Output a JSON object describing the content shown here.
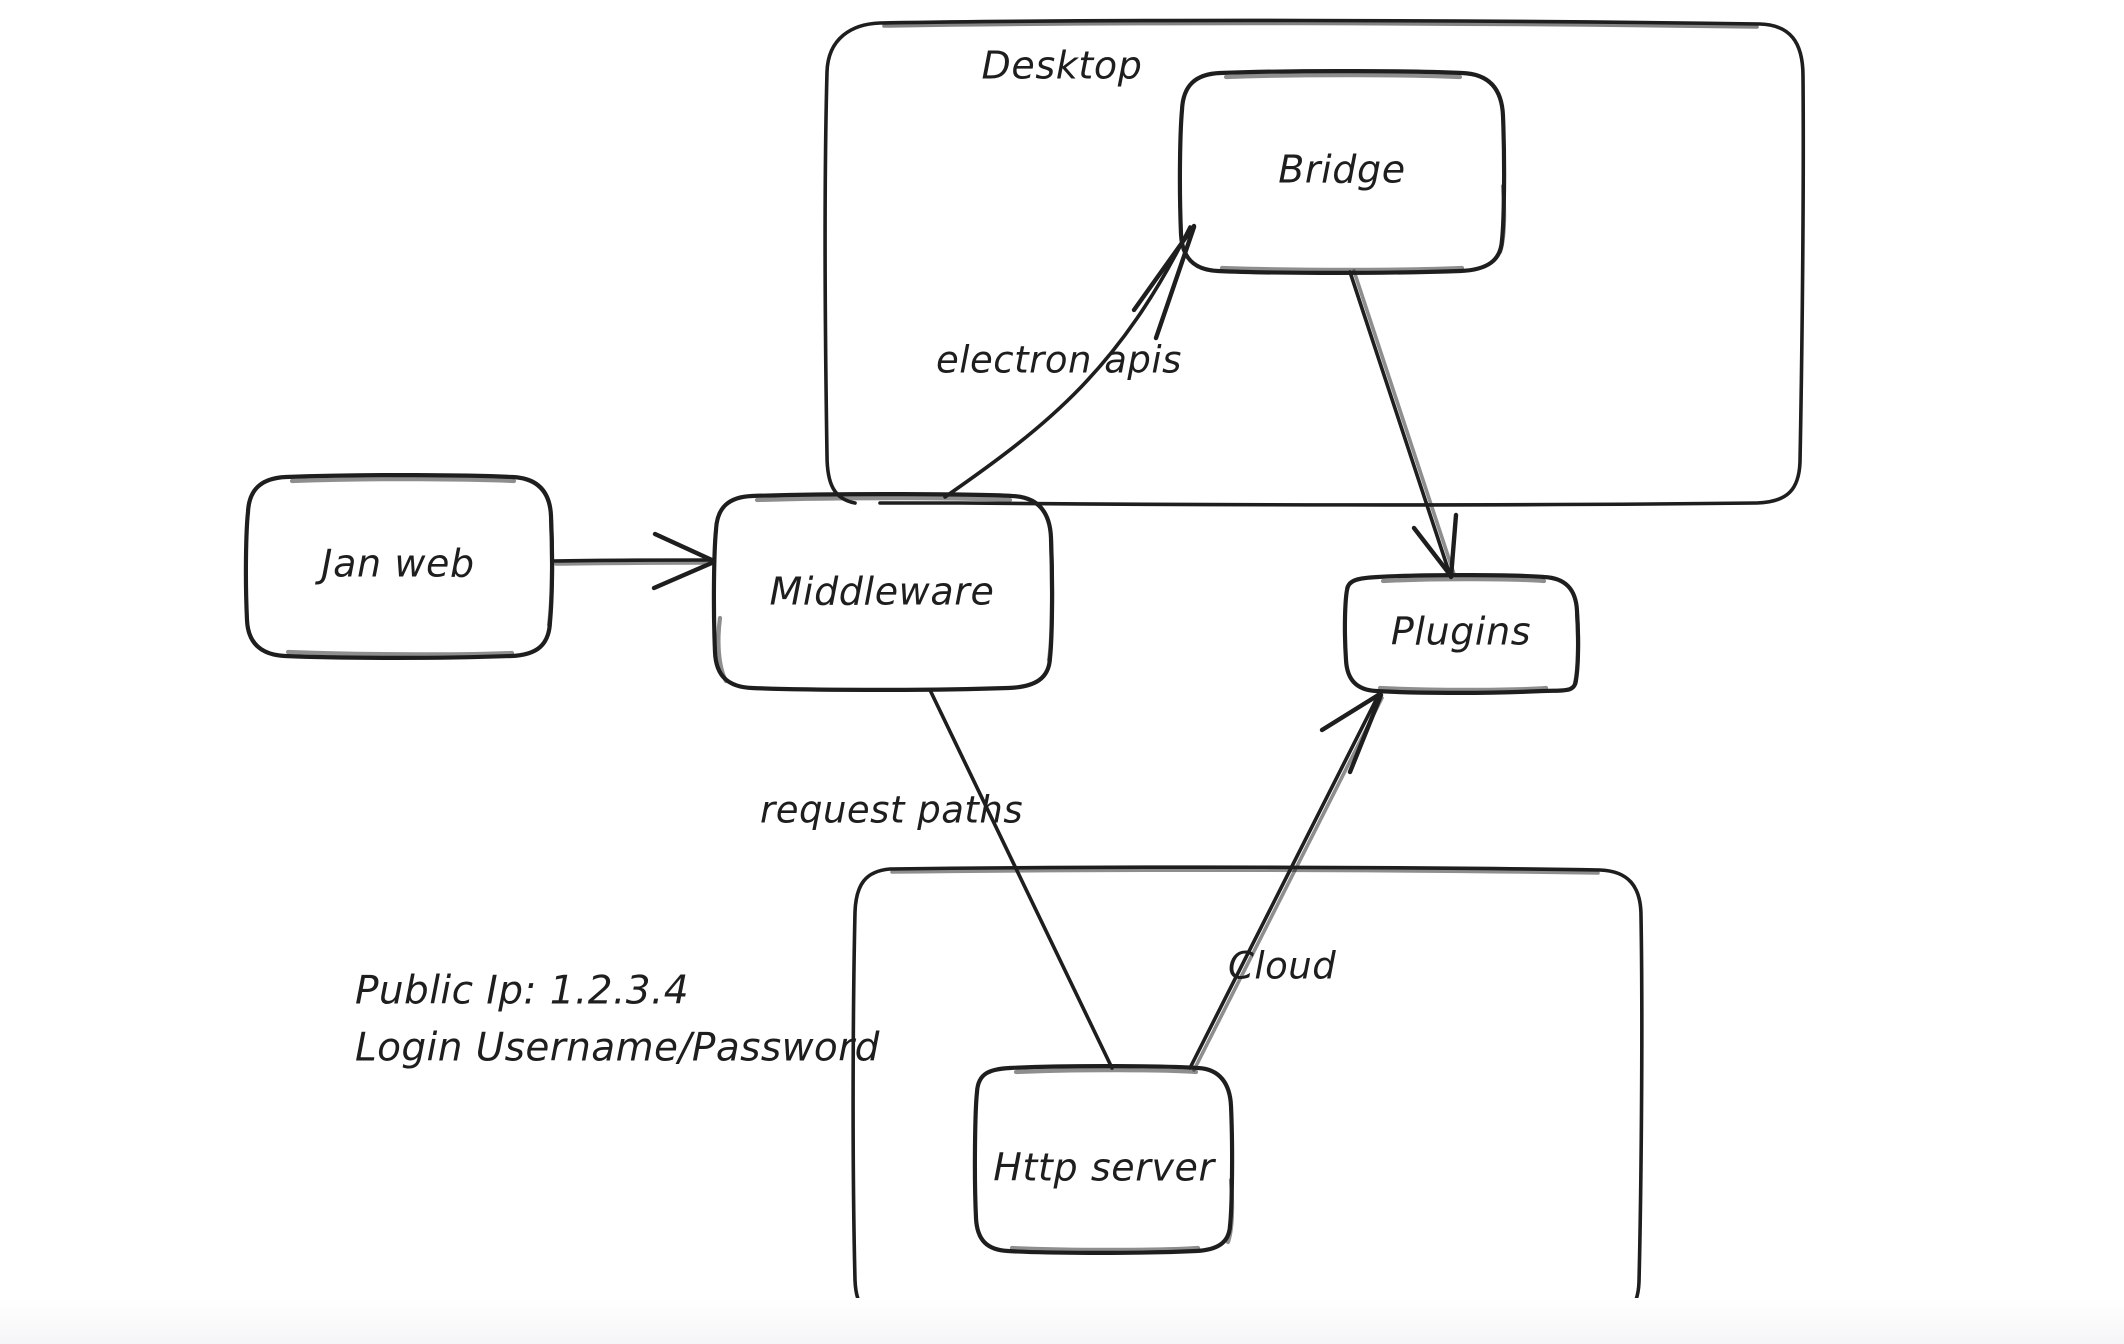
{
  "diagram": {
    "title": "Jan architecture sketch",
    "style": "hand-drawn whiteboard",
    "background_color": "#ffffff",
    "stroke_color": "#1e1e1e",
    "containers": [
      {
        "id": "desktop",
        "label": "Desktop",
        "label_position": "top-center"
      },
      {
        "id": "cloud",
        "label": "",
        "label_position": "none"
      }
    ],
    "nodes": [
      {
        "id": "jan-web",
        "label": "Jan web"
      },
      {
        "id": "middleware",
        "label": "Middleware"
      },
      {
        "id": "bridge",
        "label": "Bridge"
      },
      {
        "id": "plugins",
        "label": "Plugins"
      },
      {
        "id": "http-server",
        "label": "Http server"
      }
    ],
    "edges": [
      {
        "id": "janweb-to-middleware",
        "from": "Jan web",
        "to": "Middleware",
        "label": ""
      },
      {
        "id": "middleware-to-bridge",
        "from": "Middleware",
        "to": "Bridge",
        "label": "electron apis"
      },
      {
        "id": "bridge-to-plugins",
        "from": "Bridge",
        "to": "Plugins",
        "label": ""
      },
      {
        "id": "middleware-to-httpserver",
        "from": "Middleware",
        "to": "Http server",
        "label": "request paths"
      },
      {
        "id": "httpserver-to-plugins",
        "from": "Http server",
        "to": "Plugins",
        "label": "Cloud"
      }
    ],
    "notes": {
      "public_ip_line": "Public Ip: 1.2.3.4",
      "login_line": "Login Username/Password"
    }
  }
}
